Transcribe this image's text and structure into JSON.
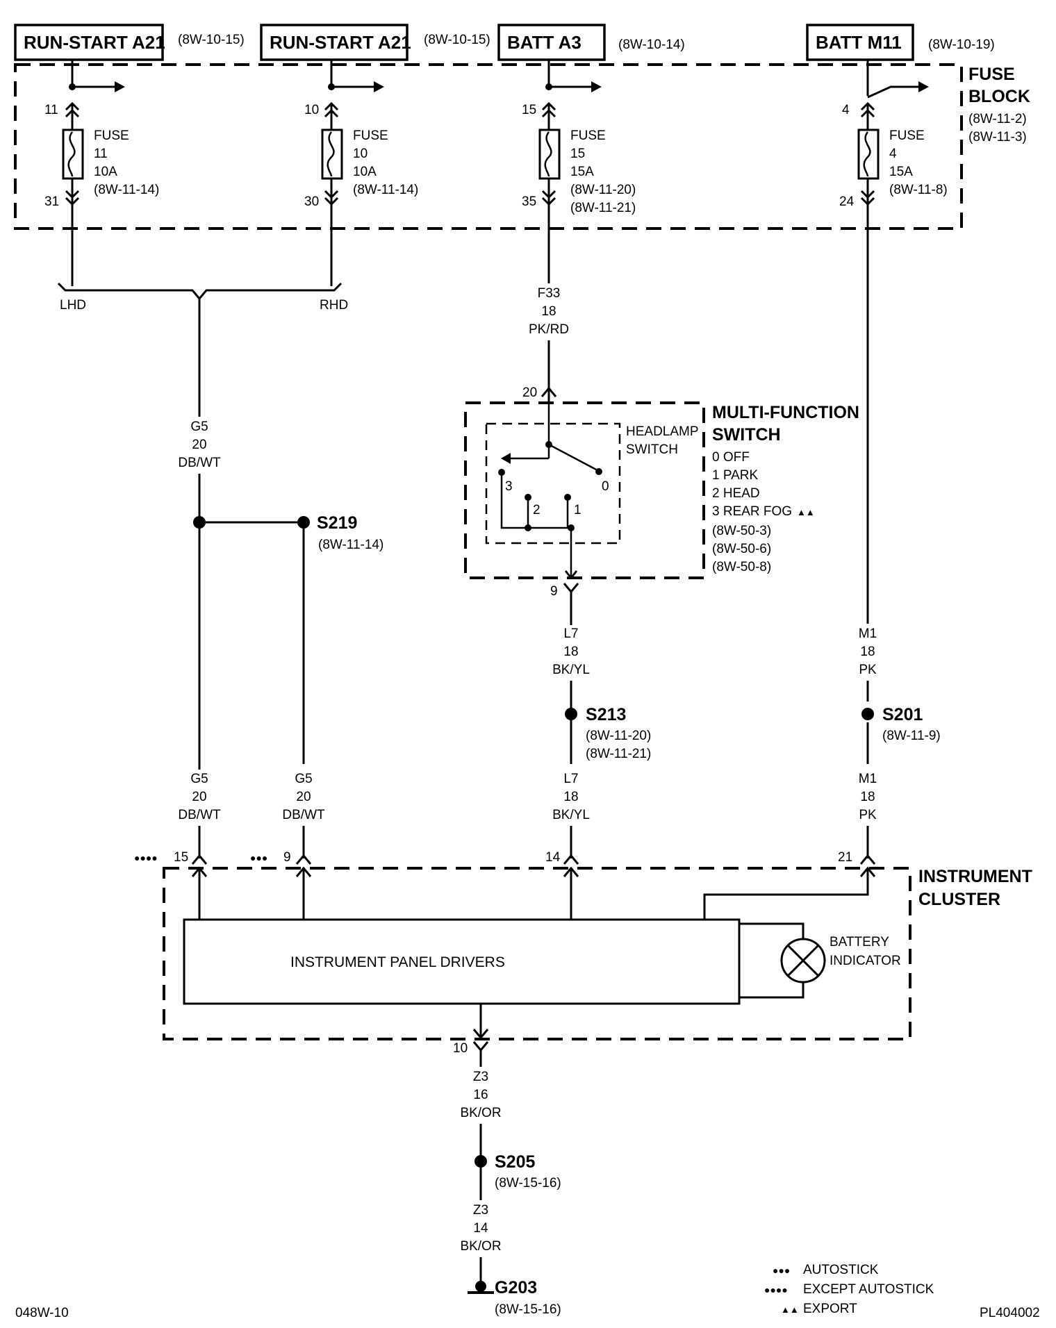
{
  "power_sources": [
    {
      "name": "RUN-START A21",
      "ref": "(8W-10-15)"
    },
    {
      "name": "RUN-START A21",
      "ref": "(8W-10-15)"
    },
    {
      "name": "BATT A3",
      "ref": "(8W-10-14)"
    },
    {
      "name": "BATT M11",
      "ref": "(8W-10-19)"
    }
  ],
  "fuse_block": {
    "title1": "FUSE",
    "title2": "BLOCK",
    "refs": [
      "(8W-11-2)",
      "(8W-11-3)"
    ]
  },
  "fuses": [
    {
      "pin_in": "11",
      "pin_out": "31",
      "lines": [
        "FUSE",
        "11",
        "10A",
        "(8W-11-14)"
      ]
    },
    {
      "pin_in": "10",
      "pin_out": "30",
      "lines": [
        "FUSE",
        "10",
        "10A",
        "(8W-11-14)"
      ]
    },
    {
      "pin_in": "15",
      "pin_out": "35",
      "lines": [
        "FUSE",
        "15",
        "15A",
        "(8W-11-20)",
        "(8W-11-21)"
      ]
    },
    {
      "pin_in": "4",
      "pin_out": "24",
      "lines": [
        "FUSE",
        "4",
        "15A",
        "(8W-11-8)"
      ]
    }
  ],
  "hand_drive": {
    "left": "LHD",
    "right": "RHD"
  },
  "wires": {
    "g5_top": [
      "G5",
      "20",
      "DB/WT"
    ],
    "f33": [
      "F33",
      "18",
      "PK/RD"
    ],
    "l7_top": [
      "L7",
      "18",
      "BK/YL"
    ],
    "m1_top": [
      "M1",
      "18",
      "PK"
    ],
    "g5_left": [
      "G5",
      "20",
      "DB/WT"
    ],
    "g5_right": [
      "G5",
      "20",
      "DB/WT"
    ],
    "l7_bottom": [
      "L7",
      "18",
      "BK/YL"
    ],
    "m1_bottom": [
      "M1",
      "18",
      "PK"
    ],
    "z3_top": [
      "Z3",
      "16",
      "BK/OR"
    ],
    "z3_bottom": [
      "Z3",
      "14",
      "BK/OR"
    ]
  },
  "splices": {
    "s219": {
      "name": "S219",
      "refs": [
        "(8W-11-14)"
      ]
    },
    "s213": {
      "name": "S213",
      "refs": [
        "(8W-11-20)",
        "(8W-11-21)"
      ]
    },
    "s201": {
      "name": "S201",
      "refs": [
        "(8W-11-9)"
      ]
    },
    "s205": {
      "name": "S205",
      "refs": [
        "(8W-15-16)"
      ]
    }
  },
  "ground": {
    "name": "G203",
    "ref": "(8W-15-16)"
  },
  "multi_function_switch": {
    "title1": "MULTI-FUNCTION",
    "title2": "SWITCH",
    "positions": [
      "0 OFF",
      "1 PARK",
      "2 HEAD",
      "3 REAR FOG"
    ],
    "export_marker": "▲▲",
    "refs": [
      "(8W-50-3)",
      "(8W-50-6)",
      "(8W-50-8)"
    ],
    "inner_label1": "HEADLAMP",
    "inner_label2": "SWITCH",
    "pin_in": "20",
    "pin_out": "9",
    "contact_labels": [
      "3",
      "2",
      "1",
      "0"
    ]
  },
  "instrument_cluster": {
    "title1": "INSTRUMENT",
    "title2": "CLUSTER",
    "drivers_label": "INSTRUMENT PANEL DRIVERS",
    "battery_label1": "BATTERY",
    "battery_label2": "INDICATOR",
    "pins": {
      "p15": "15",
      "p9": "9",
      "p14": "14",
      "p21": "21",
      "p10": "10"
    },
    "p15_marker": "●●●●",
    "p9_marker": "●●●"
  },
  "legend": [
    {
      "symbol": "●●●",
      "text": "AUTOSTICK"
    },
    {
      "symbol": "●●●●",
      "text": "EXCEPT AUTOSTICK"
    },
    {
      "symbol": "▲▲",
      "text": "EXPORT"
    }
  ],
  "footer": {
    "left": "048W-10",
    "right": "PL404002"
  }
}
